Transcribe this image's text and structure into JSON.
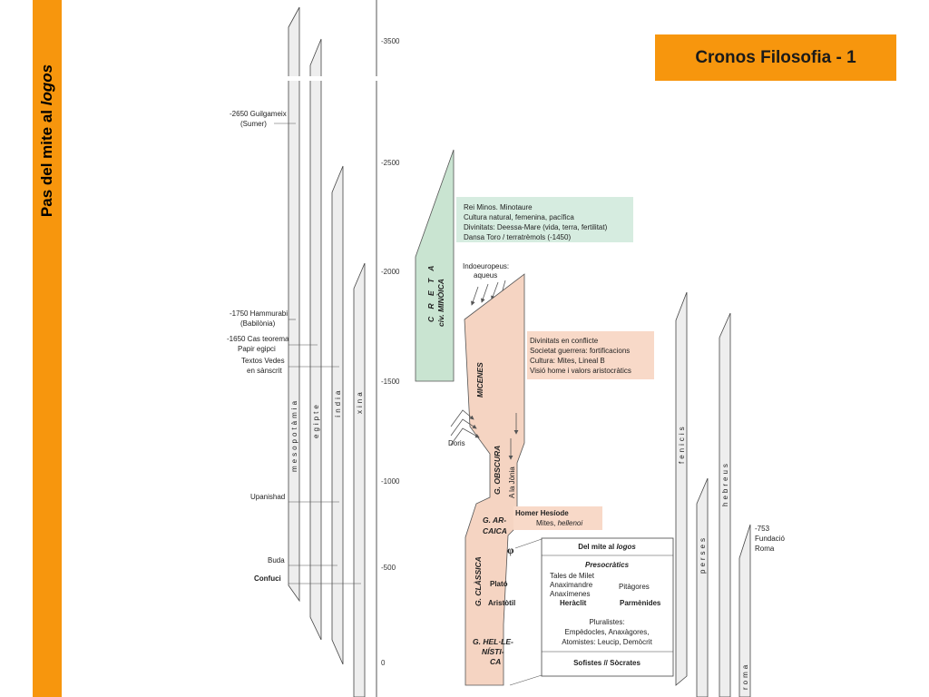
{
  "sidebar": {
    "text_before": "Pas del mite al ",
    "text_italic": "logos"
  },
  "header": {
    "title": "Cronos Filosofia - 1"
  },
  "timeline": {
    "ticks": [
      "-3500",
      "-2500",
      "-2000",
      "-1500",
      "-1000",
      "-500",
      "0"
    ]
  },
  "civilizations": {
    "mesopotamia": "mesopotàmia",
    "egipte": "egipte",
    "india": "índia",
    "xina": "xina",
    "fenicis": "fenicis",
    "perses": "perses",
    "hebreus": "hebreus",
    "roma": "roma"
  },
  "events": {
    "guilgameix_1": "-2650 Guilgameix",
    "guilgameix_2": "(Sumer)",
    "hammurabi_1": "-1750 Hammurabi",
    "hammurabi_2": "(Babilònia)",
    "teorema_1": "-1650 Cas teorema",
    "teorema_2": "Papir egipci",
    "vedes_1": "Textos Vedes",
    "vedes_2": "en sànscrit",
    "upanishad": "Upanishad",
    "buda": "Buda",
    "confuci": "Confuci",
    "roma_1": "-753",
    "roma_2": "Fundació",
    "roma_3": "Roma"
  },
  "greece": {
    "creta_1": "C R E T A",
    "creta_2": "civ. MINÒICA",
    "creta_info": [
      "Rei Minos. Minotaure",
      "Cultura natural, femenina, pacífica",
      "Divinitats: Deessa-Mare (vida, terra, fertilitat)",
      "Dansa Toro / terratrèmols (-1450)"
    ],
    "indoeuropeus_1": "Indoeuropeus:",
    "indoeuropeus_2": "aqueus",
    "micenes": "MICENES",
    "micenes_info": [
      "Divinitats en conflicte",
      "Societat guerrera: fortificacions",
      "Cultura: Mites, Lineal B",
      "Visió home i valors aristocràtics"
    ],
    "doris": "Doris",
    "obscura": "G. OBSCURA",
    "jonia": "A la Jònia",
    "arcaica_1": "G. AR-",
    "arcaica_2": "CAICA",
    "homer": "Homer   Hesíode",
    "mites_1": "Mites, ",
    "mites_2": "hellenoi",
    "phi": "φ",
    "classica": "G. CLÀSSICA",
    "plato": "Plató",
    "aristotil": "Aristòtil",
    "hel_1": "G. HEL·LE-",
    "hel_2": "NÍSTI-",
    "hel_3": "CA"
  },
  "philosophy_box": {
    "title_1": "Del mite al ",
    "title_2": "logos",
    "presocratics": "Presocràtics",
    "tales": "Tales de Milet",
    "anaximandre": "Anaximandre",
    "pitagores": "Pitàgores",
    "anaximenes": "Anaxímenes",
    "heraclit": "Heràclit",
    "parmenides": "Parmènides",
    "pluralistes": "Pluralistes:",
    "empedocles": "Empèdocles, Anaxàgores,",
    "atomistes": "Atomistes: Leucip, Demòcrit",
    "sofistes": "Sofistes   //  Sòcrates"
  }
}
